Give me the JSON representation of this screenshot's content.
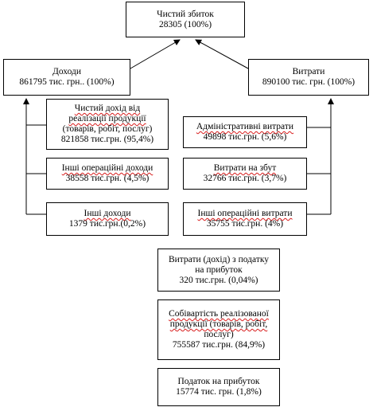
{
  "result": {
    "title": "Чистий збиток",
    "value": "28305 (100%)"
  },
  "income": {
    "title": "Доходи",
    "value": "861795 тис. грн.. (100%)"
  },
  "expenses": {
    "title": "Витрати",
    "value": "890100 тис. грн. (100%)"
  },
  "income_items": [
    {
      "lines": [
        "Чистий дохід від",
        "реалізації продукції",
        "(товарів, робіт, послуг)",
        "821858 тис.грн. (95,4%)"
      ]
    },
    {
      "lines": [
        "Інші операційні доходи",
        "38558 тис.грн. (4,5%)"
      ]
    },
    {
      "lines": [
        "Інші доходи",
        "1379 тис.грн.(0,2%)"
      ]
    }
  ],
  "expense_items": [
    {
      "lines": [
        "Адміністративні витрати",
        "49898 тис.грн. (5,6%)"
      ]
    },
    {
      "lines": [
        "Витрати на збут",
        "32766 тис.грн. (3,7%)"
      ]
    },
    {
      "lines": [
        "Інші операційні витрати",
        "35755 тис.грн. (4%)"
      ]
    }
  ],
  "other_items": [
    {
      "lines": [
        "Витрати (дохід) з податку",
        "на прибуток",
        "320 тис.грн. (0,04%)"
      ]
    },
    {
      "lines": [
        "Собівартість реалізованої",
        "продукції (товарів, робіт,",
        "послуг)",
        "755587 тис.грн. (84,9%)"
      ]
    },
    {
      "lines": [
        "Податок на прибуток",
        "15774 тис. грн. (1,8%)"
      ]
    }
  ]
}
